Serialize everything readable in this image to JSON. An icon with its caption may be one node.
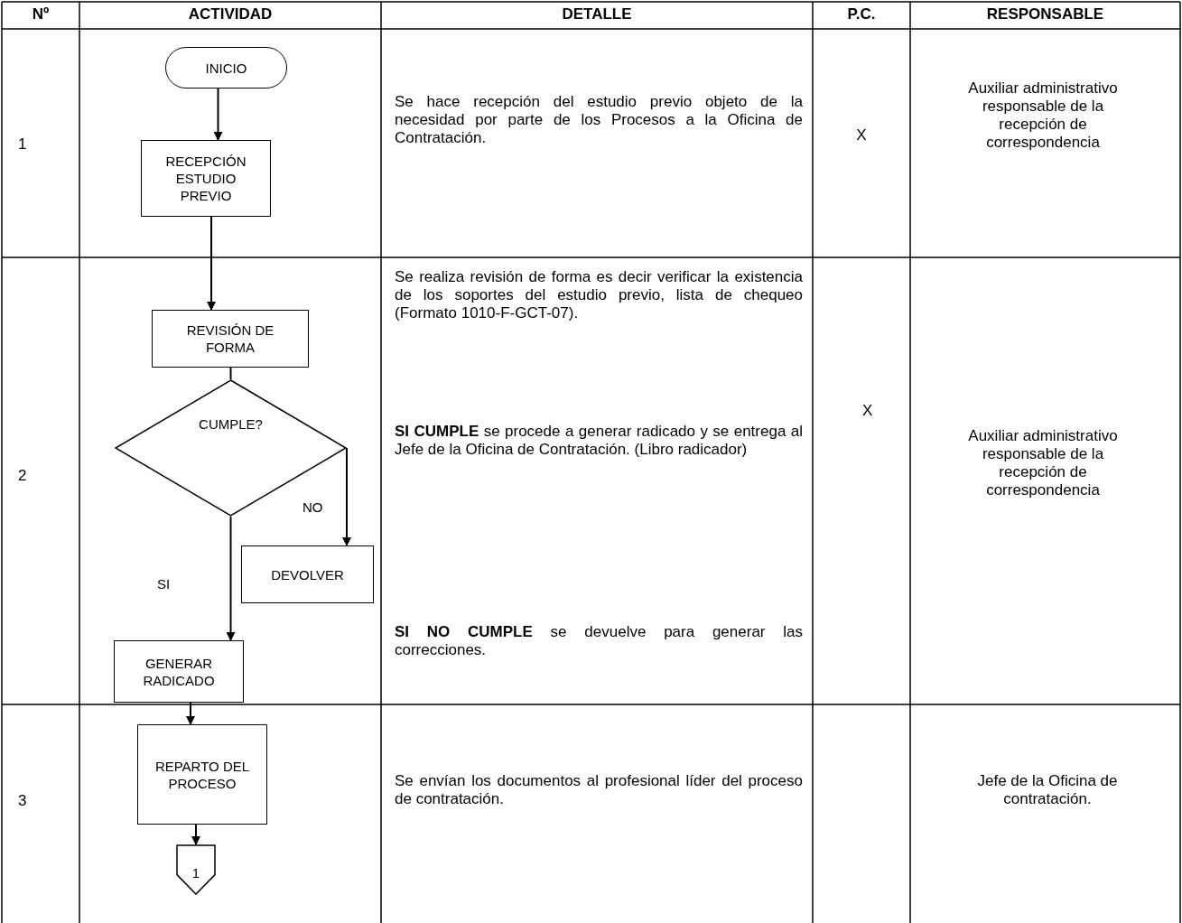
{
  "diagram": {
    "nodes": [
      {
        "text": [
          "INICIO"
        ]
      },
      {
        "text": [
          "RECEPCIÓN ESTUDIO PREVIO"
        ]
      },
      {
        "text": [
          "REVISIÓN DE FORMA"
        ]
      },
      {
        "text": [
          "CUMPLE?"
        ]
      },
      {
        "text": [
          "DEVOLVER"
        ]
      },
      {
        "text": [
          "GENERAR RADICADO"
        ]
      },
      {
        "text": [
          "REPARTO DEL PROCESO"
        ]
      },
      {
        "text": [
          "1"
        ]
      }
    ],
    "edges": [
      {
        "from": 0,
        "to": 1,
        "arrow": "to"
      },
      {
        "from": 1,
        "to": 2,
        "arrow": "to"
      },
      {
        "from": 2,
        "to": 3,
        "arrow": "none"
      },
      {
        "from": 3,
        "to": 4,
        "arrow": "to",
        "label": "NO"
      },
      {
        "from": 3,
        "to": 5,
        "arrow": "to",
        "label": "SI"
      },
      {
        "from": 5,
        "to": 6,
        "arrow": "to"
      },
      {
        "from": 6,
        "to": 7,
        "arrow": "to"
      }
    ],
    "labels": [
      "Nº",
      "ACTIVIDAD",
      "DETALLE",
      "P.C.",
      "RESPONSABLE",
      "1",
      "Se hace recepción del estudio previo objeto de la necesidad por parte de los Procesos a la Oficina de Contratación.",
      "X",
      "Auxiliar administrativo responsable de la recepción de correspondencia",
      "2",
      "Se realiza revisión de forma es decir verificar la existencia de los soportes del estudio previo, lista de chequeo (Formato 1010-F-GCT-07).",
      "**SI CUMPLE** se procede a generar radicado y se entrega al Jefe de la Oficina de Contratación. (Libro radicador)",
      "**SI NO CUMPLE** se devuelve para generar las correcciones.",
      "X",
      "Auxiliar administrativo responsable de la recepción de correspondencia",
      "3",
      "Se envían los documentos al profesional líder del proceso de contratación.",
      "Jefe de la Oficina de contratación."
    ]
  }
}
